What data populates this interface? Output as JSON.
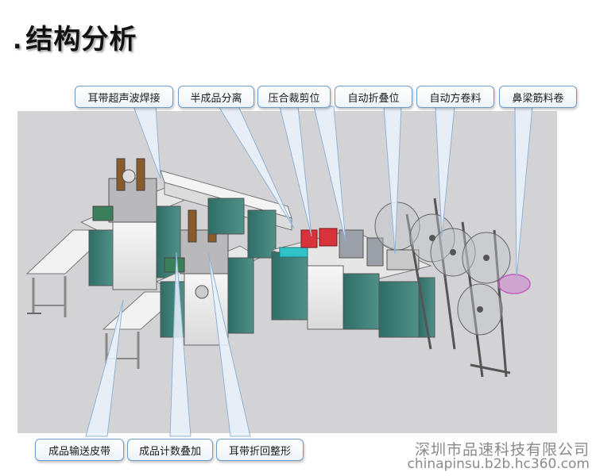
{
  "title": {
    "bullet": ".",
    "text": "结构分析"
  },
  "callouts": {
    "ear_loop_welding": "耳带超声波焊接",
    "semi_product_separation": "半成品分离",
    "press_cut": "压合裁剪位",
    "auto_fold": "自动折叠位",
    "auto_roll_material": "自动方卷料",
    "nose_bridge_roll": "鼻梁筋料卷",
    "product_conveyor_belt": "成品输送皮带",
    "product_count_stack": "成品计数叠加",
    "ear_loop_fold_shape": "耳带折回整形"
  },
  "watermark": {
    "company": "深圳市品速科技有限公司",
    "site": "chinapinsu.b2b.hc360.com"
  },
  "colors": {
    "panel_bg": "#d3d3d5",
    "callout_border": "#6f9cc9",
    "callout_fill": "#eef4fb",
    "cabinet_teal": "#3f7f77",
    "frame_grey": "#9aa0a6",
    "roll_purple": "#c060c0"
  }
}
